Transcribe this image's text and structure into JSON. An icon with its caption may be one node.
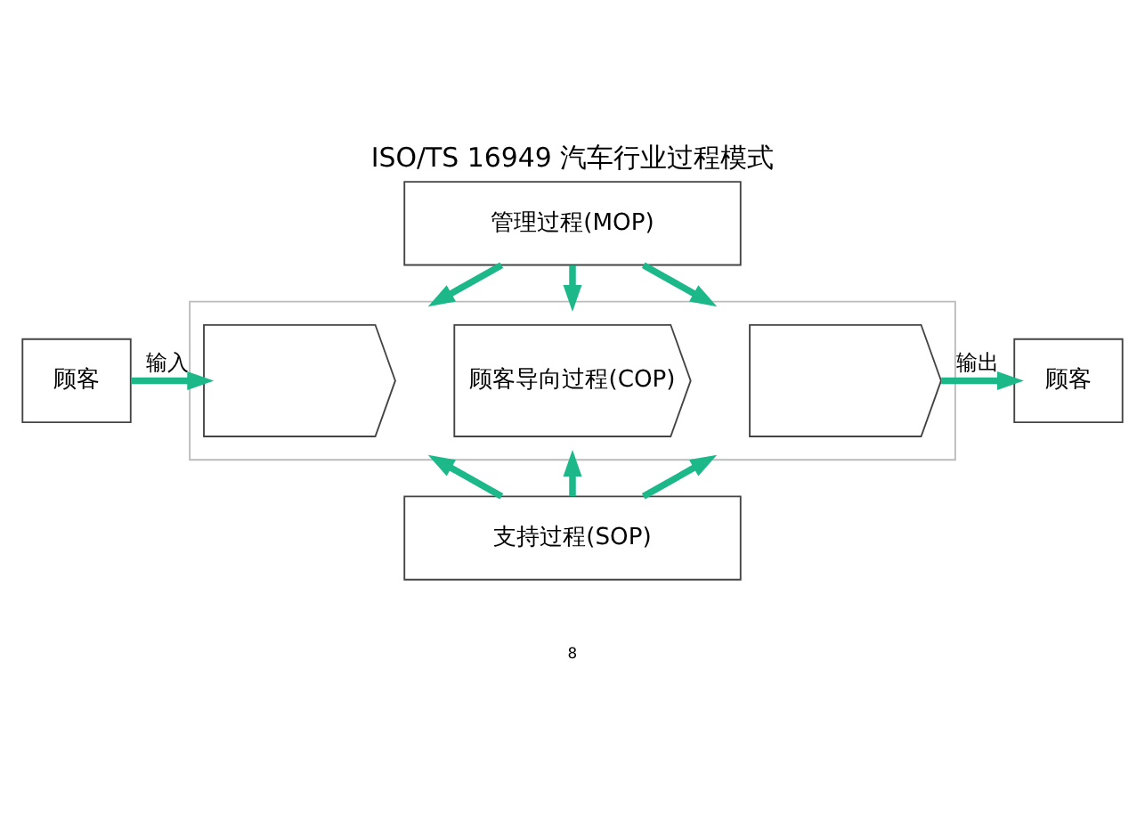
{
  "diagram": {
    "title": "ISO/TS 16949 汽车行业过程模式",
    "nodes": [
      {
        "text": [
          "顾客"
        ]
      },
      {
        "text": [
          "管理过程(MOP)"
        ]
      },
      {
        "text": [],
        "shape": "box"
      },
      {
        "text": [],
        "shape": "chevron",
        "in": 2
      },
      {
        "text": [
          "顾客导向过程(COP)"
        ],
        "in": 2
      },
      {
        "text": [],
        "shape": "chevron",
        "in": 2
      },
      {
        "text": [
          "支持过程(SOP)"
        ]
      },
      {
        "text": [
          "顾客"
        ]
      }
    ],
    "edges": [
      {
        "from": 0,
        "to": 3,
        "arrow": "to",
        "label": "输入"
      },
      {
        "from": 1,
        "to": 2,
        "arrow": "to"
      },
      {
        "from": 1,
        "to": 2,
        "arrow": "to"
      },
      {
        "from": 1,
        "to": 2,
        "arrow": "to"
      },
      {
        "from": 6,
        "to": 2,
        "arrow": "to"
      },
      {
        "from": 6,
        "to": 2,
        "arrow": "to"
      },
      {
        "from": 6,
        "to": 2,
        "arrow": "to"
      },
      {
        "from": 5,
        "to": 7,
        "arrow": "to",
        "label": "输出"
      }
    ],
    "labels": [
      "8"
    ]
  }
}
